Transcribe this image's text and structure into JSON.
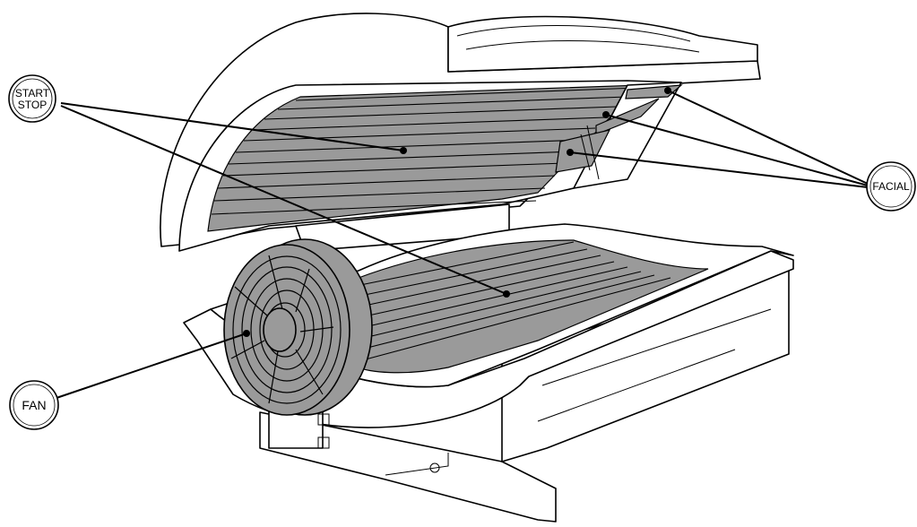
{
  "callouts": {
    "start_stop": {
      "line1": "START",
      "line2": "STOP"
    },
    "facial": {
      "label": "FACIAL"
    },
    "fan": {
      "label": "FAN"
    }
  },
  "colors": {
    "lamp_grey": "#9a9a9a",
    "outline": "#000000",
    "background": "#ffffff"
  }
}
